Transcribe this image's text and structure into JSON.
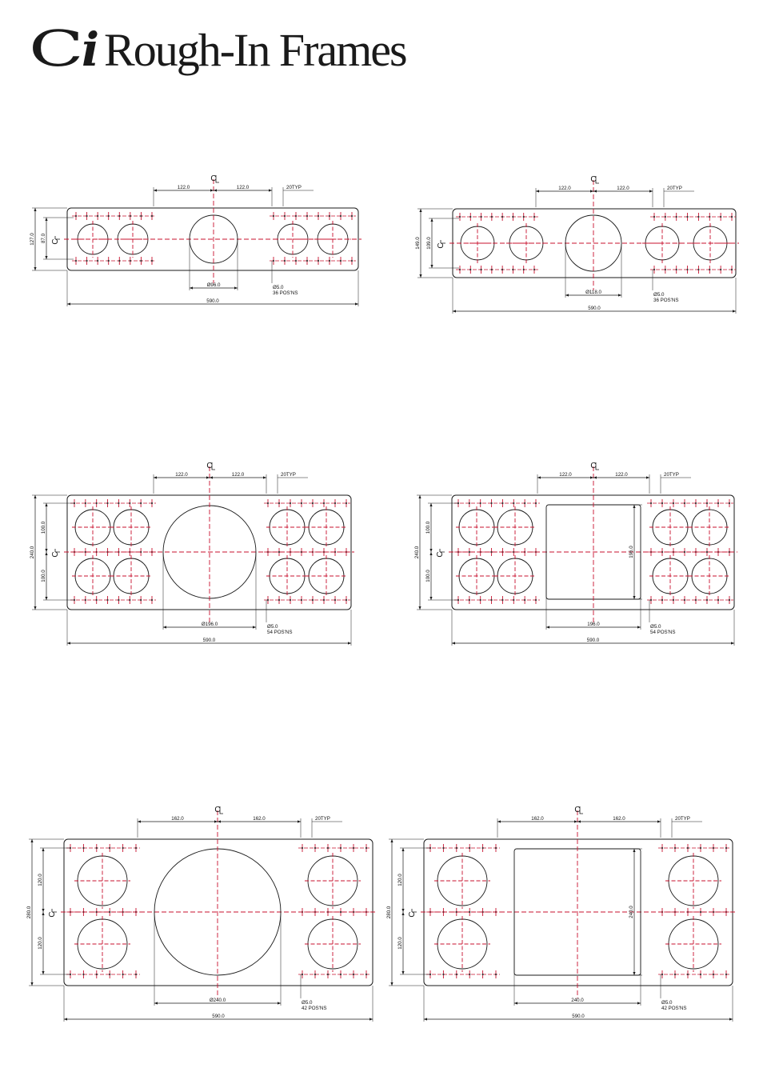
{
  "header": {
    "logo_c": "C",
    "logo_i": "i",
    "title": "Rough-In Frames"
  },
  "colors": {
    "outline": "#1a1a1a",
    "centerline": "#c8102e"
  },
  "frames": [
    {
      "id": "frame-1",
      "dims": {
        "spacing_left": "122.0",
        "spacing_right": "122.0",
        "typ": "20TYP",
        "cl": "CL",
        "height_outer": "127.0",
        "height_inner": "87.0",
        "center_dia": "Ø96.0",
        "hole_dia": "Ø5.0",
        "positions": "36 POS'NS",
        "width": "590.0"
      }
    },
    {
      "id": "frame-2",
      "dims": {
        "spacing_left": "122.0",
        "spacing_right": "122.0",
        "typ": "20TYP",
        "cl": "CL",
        "height_outer": "149.0",
        "height_inner": "109.0",
        "center_dia": "Ø118.0",
        "hole_dia": "Ø5.0",
        "positions": "36 POS'NS",
        "width": "590.0"
      }
    },
    {
      "id": "frame-3",
      "dims": {
        "spacing_left": "122.0",
        "spacing_right": "122.0",
        "typ": "20TYP",
        "cl": "CL",
        "height_outer": "240.0",
        "height_upper": "100.0",
        "height_lower": "100.0",
        "center_dia": "Ø196.0",
        "hole_dia": "Ø5.0",
        "positions": "54 POS'NS",
        "width": "590.0"
      }
    },
    {
      "id": "frame-4",
      "dims": {
        "spacing_left": "122.0",
        "spacing_right": "122.0",
        "typ": "20TYP",
        "cl": "CL",
        "height_outer": "240.0",
        "height_upper": "100.0",
        "height_lower": "100.0",
        "square_h": "196.0",
        "square_w": "196.0",
        "hole_dia": "Ø5.0",
        "positions": "54 POS'NS",
        "width": "590.0"
      }
    },
    {
      "id": "frame-5",
      "dims": {
        "spacing_left": "162.0",
        "spacing_right": "162.0",
        "typ": "20TYP",
        "cl": "CL",
        "height_outer": "280.0",
        "height_upper": "120.0",
        "height_lower": "120.0",
        "center_dia": "Ø240.0",
        "hole_dia": "Ø5.0",
        "positions": "42 POS'NS",
        "width": "590.0"
      }
    },
    {
      "id": "frame-6",
      "dims": {
        "spacing_left": "162.0",
        "spacing_right": "162.0",
        "typ": "20TYP",
        "cl": "CL",
        "height_outer": "280.0",
        "height_upper": "120.0",
        "height_lower": "120.0",
        "square_h": "240.0",
        "square_w": "240.0",
        "hole_dia": "Ø5.0",
        "positions": "42 POS'NS",
        "width": "590.0"
      }
    }
  ]
}
